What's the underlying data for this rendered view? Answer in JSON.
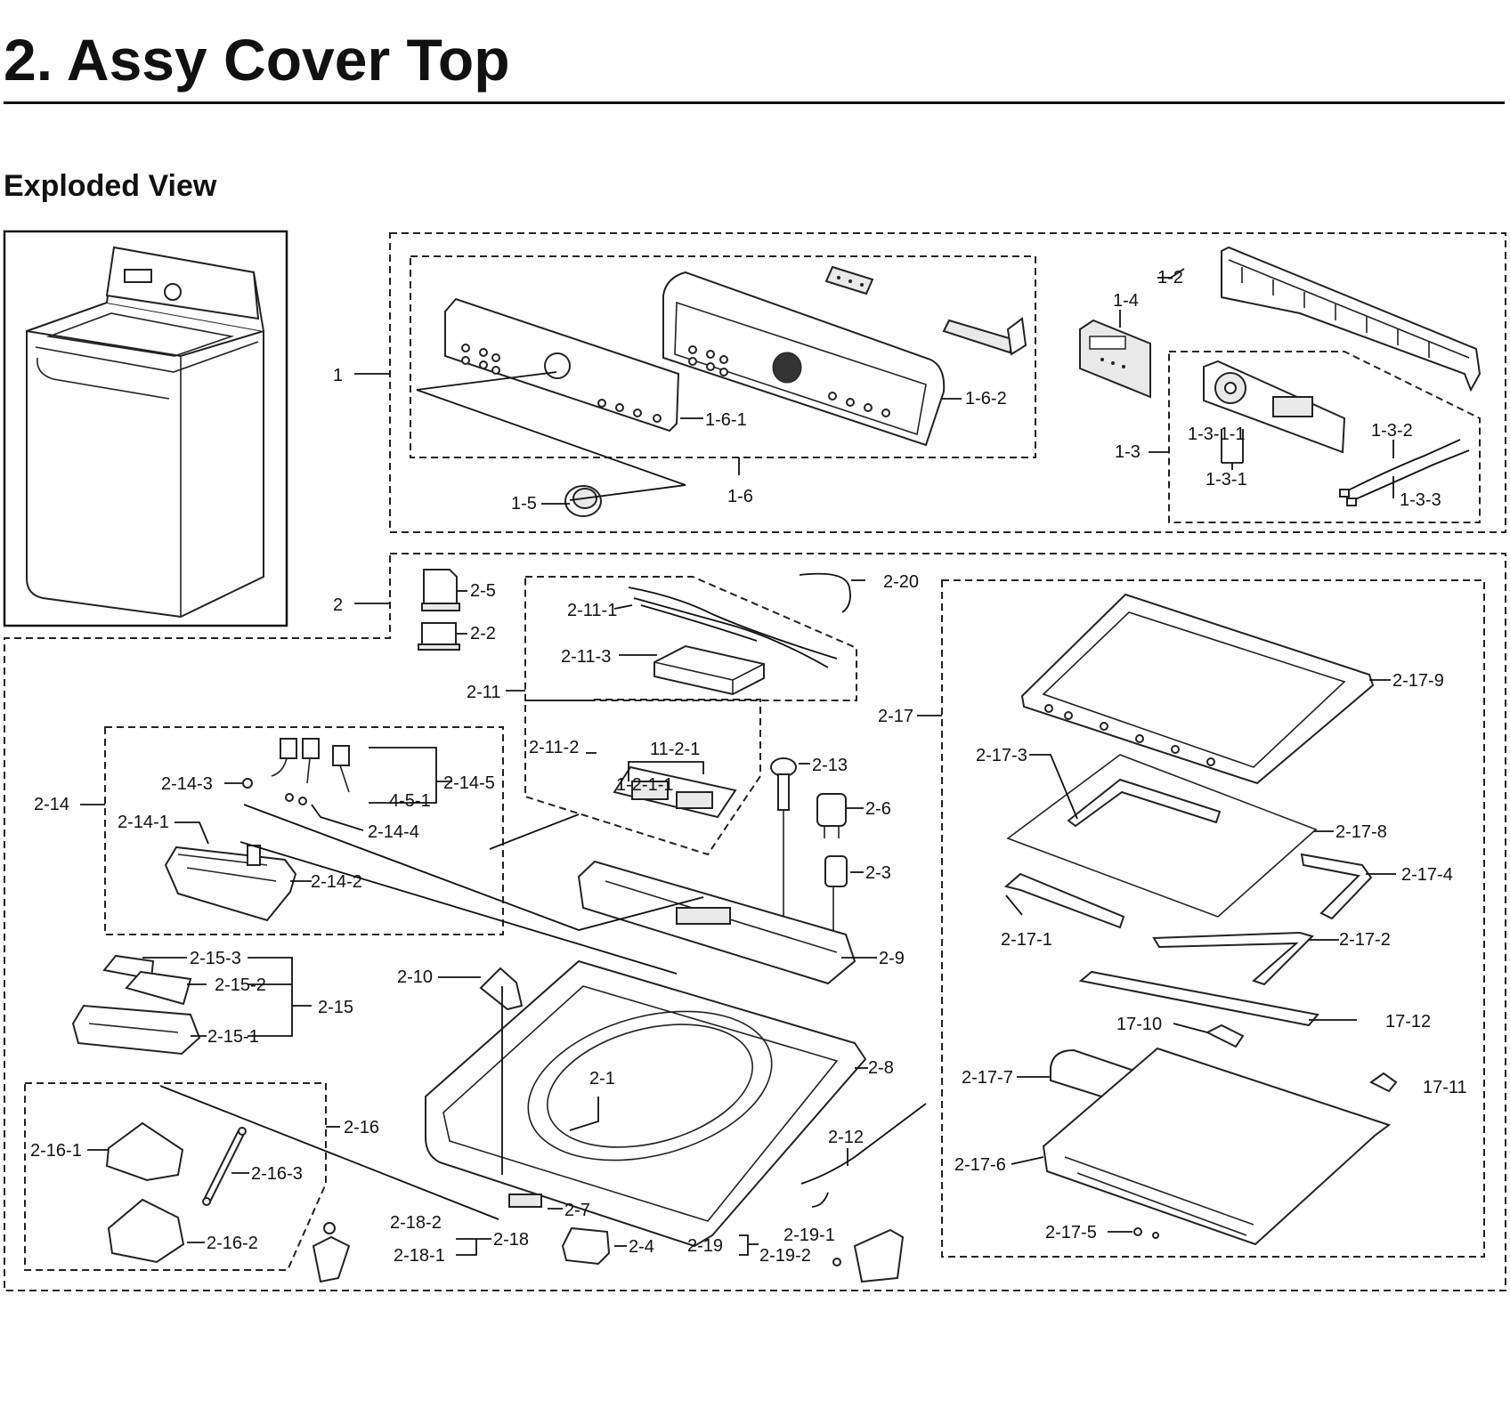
{
  "header": {
    "title": "2.  Assy Cover Top",
    "subtitle": "Exploded View"
  },
  "callouts": [
    "1",
    "1-2",
    "1-3",
    "1-3-1",
    "1-3-1-1",
    "1-3-2",
    "1-3-3",
    "1-4",
    "1-5",
    "1-6",
    "1-6-1",
    "1-6-2",
    "2",
    "2-1",
    "2-2",
    "2-3",
    "2-4",
    "2-5",
    "2-6",
    "2-7",
    "2-8",
    "2-9",
    "2-10",
    "2-11",
    "2-11-1",
    "2-11-2",
    "2-11-3",
    "11-2-1",
    "1-2-1-1",
    "2-12",
    "2-13",
    "2-14",
    "2-14-1",
    "2-14-2",
    "2-14-3",
    "2-14-4",
    "2-14-5",
    "4-5-1",
    "2-15",
    "2-15-1",
    "2-15-2",
    "2-15-3",
    "2-16",
    "2-16-1",
    "2-16-2",
    "2-16-3",
    "2-17",
    "2-17-1",
    "2-17-2",
    "2-17-3",
    "2-17-4",
    "2-17-5",
    "2-17-6",
    "2-17-7",
    "2-17-8",
    "2-17-9",
    "17-10",
    "17-11",
    "17-12",
    "2-18",
    "2-18-1",
    "2-18-2",
    "2-19",
    "2-19-1",
    "2-19-2",
    "2-20"
  ]
}
